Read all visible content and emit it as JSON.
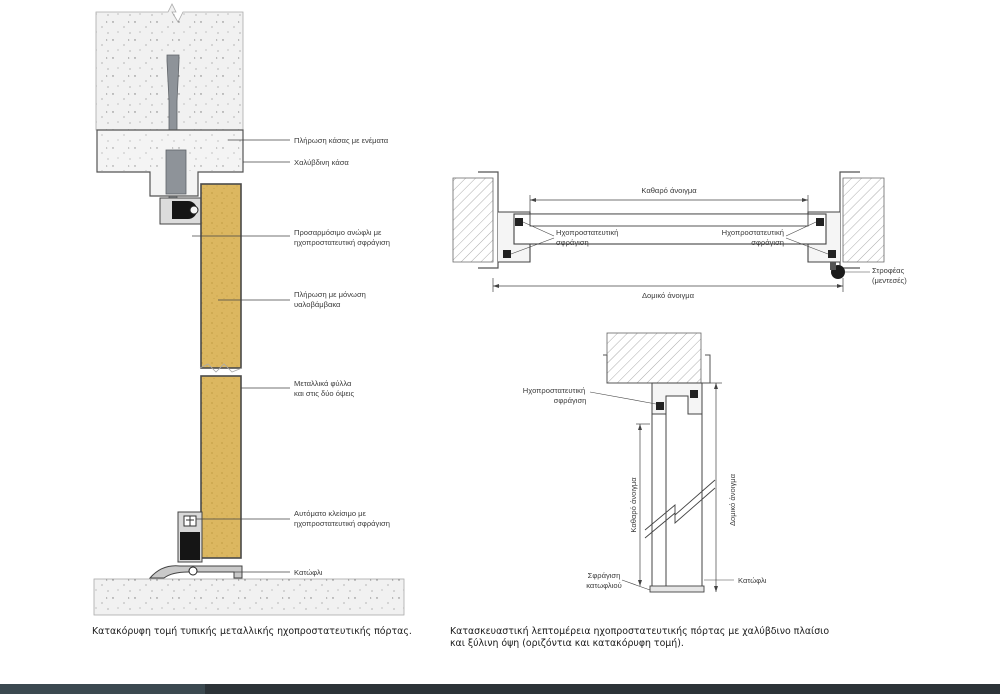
{
  "left_section": {
    "labels": {
      "jambfill": "Πλήρωση κάσας με ενέματα",
      "frame": "Χαλύβδινη κάσα",
      "stop_l1": "Προσαρμόσιμο ανώφλι με",
      "stop_l2": "ηχοπροστατευτική σφράγιση",
      "insul_l1": "Πλήρωση με μόνωση",
      "insul_l2": "υαλοβάμβακα",
      "sheet_l1": "Μεταλλικά φύλλα",
      "sheet_l2": "και στις δύο όψεις",
      "auto_l1": "Αυτόματο κλείσιμο με",
      "auto_l2": "ηχοπροστατευτική σφράγιση",
      "threshold": "Κατώφλι"
    },
    "caption": "Κατακόρυφη τομή τυπικής μεταλλικής ηχοπροστατευτικής πόρτας."
  },
  "horizontal_section": {
    "clear_opening": "Καθαρό άνοιγμα",
    "structural_opening": "Δομικό άνοιγμα",
    "seal_left_l1": "Ηχοπροστατευτική",
    "seal_left_l2": "σφράγιση",
    "seal_right_l1": "Ηχοπροστατευτική",
    "seal_right_l2": "σφράγιση",
    "hinge_l1": "Στροφέας",
    "hinge_l2": "(μεντεσές)"
  },
  "vertical_section": {
    "seal_l1": "Ηχοπροστατευτική",
    "seal_l2": "σφράγιση",
    "clear_opening": "Καθαρό άνοιγμα",
    "structural_opening": "Δομικό άνοιγμα",
    "sill_seal_l1": "Σφράγιση",
    "sill_seal_l2": "κατωφλιού",
    "threshold": "Κατώφλι"
  },
  "right_caption": {
    "line1": "Κατασκευαστική λεπτομέρεια ηχοπροστατευτικής πόρτας με χαλύβδινο πλαίσιο",
    "line2": "και ξύλινη όψη (οριζόντια και κατακόρυφη τομή)."
  },
  "colors": {
    "concrete": "#f2f2f2",
    "insulation": "#d9b45a",
    "seal": "#1a1a1a",
    "steel": "#9aa0a6",
    "footer": "#2c3338"
  }
}
